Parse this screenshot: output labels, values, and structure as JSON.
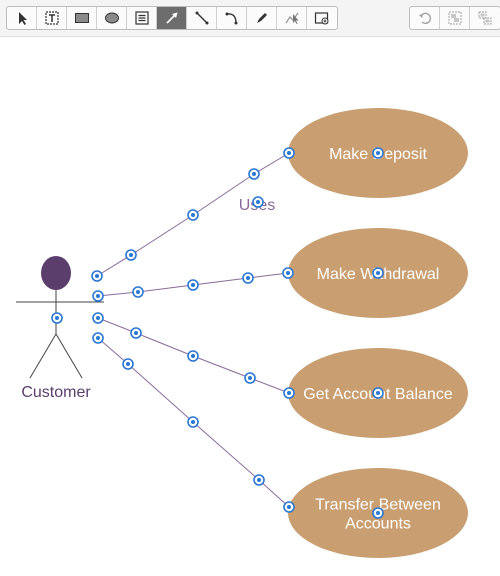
{
  "toolbar": {
    "tools": [
      {
        "icon": "select-pointer-icon",
        "active": false
      },
      {
        "icon": "text-box-icon",
        "active": false
      },
      {
        "icon": "rectangle-icon",
        "active": false
      },
      {
        "icon": "ellipse-icon",
        "active": false
      },
      {
        "icon": "list-box-icon",
        "active": false
      },
      {
        "icon": "arrow-connector-icon",
        "active": true
      },
      {
        "icon": "line-icon",
        "active": false
      },
      {
        "icon": "arc-icon",
        "active": false
      },
      {
        "icon": "pen-icon",
        "active": false
      },
      {
        "icon": "polyline-icon",
        "active": false
      },
      {
        "icon": "insert-image-icon",
        "active": false
      }
    ],
    "right_tools": [
      {
        "icon": "rotate-icon",
        "enabled": false
      },
      {
        "icon": "group-icon",
        "enabled": false
      },
      {
        "icon": "ungroup-icon",
        "enabled": false
      }
    ]
  },
  "diagram": {
    "actor": {
      "label": "Customer"
    },
    "use_cases": [
      {
        "label_lines": [
          "Make Deposit"
        ]
      },
      {
        "label_lines": [
          "Make Withdrawal"
        ]
      },
      {
        "label_lines": [
          "Get Account Balance"
        ]
      },
      {
        "label_lines": [
          "Transfer Between",
          "Accounts"
        ]
      }
    ],
    "connector_label": "Uses",
    "colors": {
      "actor_head": "#5b3e6b",
      "actor_label": "#5b3e6b",
      "use_case_fill": "#c99e70",
      "use_case_text": "#ffffff",
      "connector": "#8a6a9a",
      "connector_label": "#8a6a9a",
      "handle": "#2a77d2"
    }
  }
}
